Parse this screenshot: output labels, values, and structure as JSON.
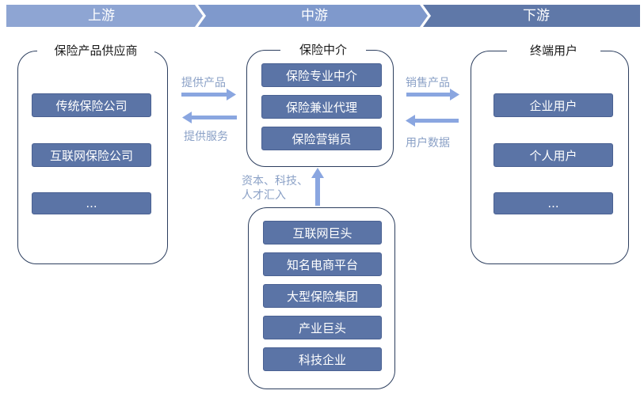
{
  "stages": {
    "upstream": "上游",
    "midstream": "中游",
    "downstream": "下游"
  },
  "groups": {
    "suppliers": {
      "title": "保险产品供应商",
      "items": [
        "传统保险公司",
        "互联网保险公司",
        "..."
      ]
    },
    "intermediaries": {
      "title": "保险中介",
      "items": [
        "保险专业中介",
        "保险兼业代理",
        "保险营销员"
      ]
    },
    "end_users": {
      "title": "终端用户",
      "items": [
        "企业用户",
        "个人用户",
        "..."
      ]
    },
    "entrants": {
      "items": [
        "互联网巨头",
        "知名电商平台",
        "大型保险集团",
        "产业巨头",
        "科技企业"
      ]
    }
  },
  "flows": {
    "provide_products": "提供产品",
    "provide_services": "提供服务",
    "sales_products": "销售产品",
    "user_data": "用户数据",
    "inflow_line1": "资本、科技、",
    "inflow_line2": "人才汇入"
  },
  "colors": {
    "band_light": "#8ea5d3",
    "band_mid": "#7f99cc",
    "band_dark": "#5f78a8",
    "item_fill": "#5b74a6",
    "arrow": "#8aa6e0",
    "border": "#2c3e5e"
  }
}
